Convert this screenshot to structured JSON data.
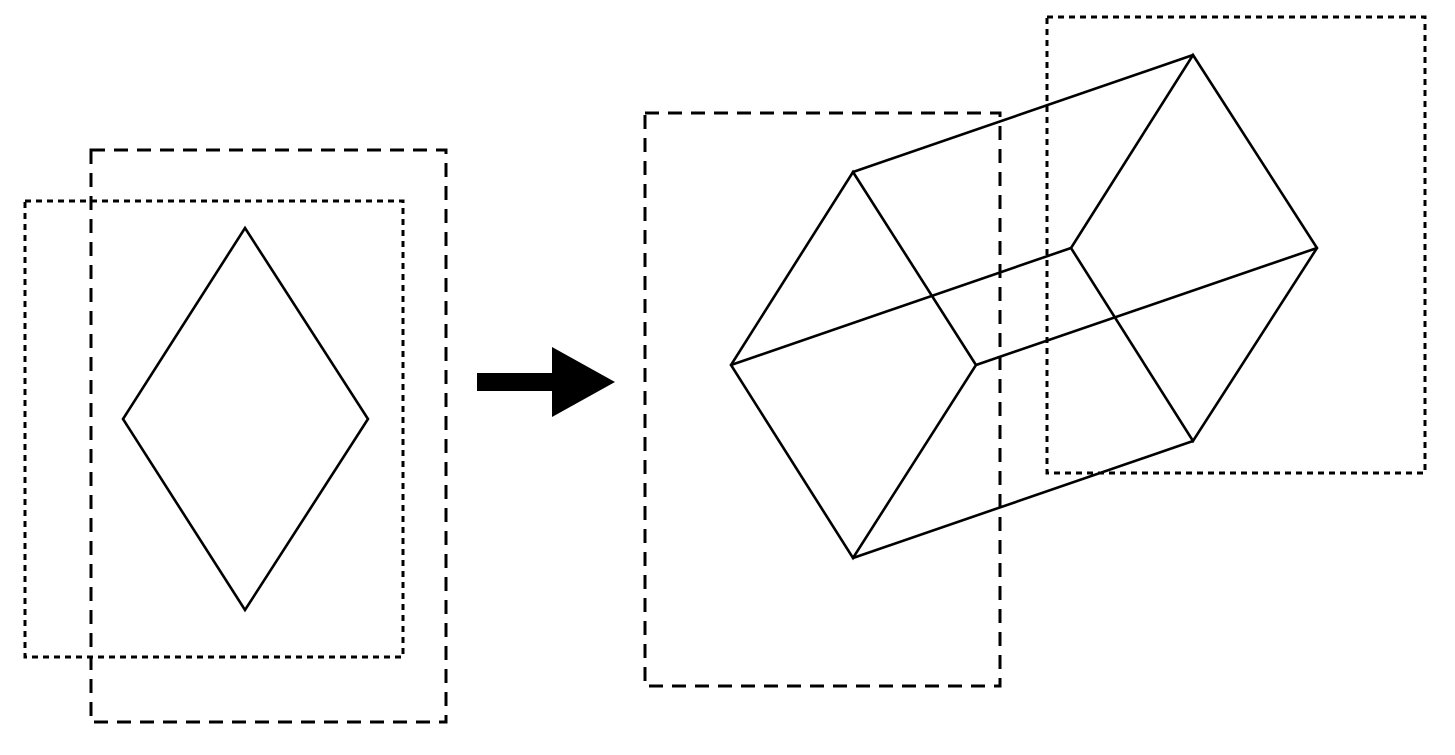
{
  "diagram": {
    "type": "flat-to-3d-transformation",
    "left_panel": {
      "shape": "diamond",
      "frames": [
        "dashed-rectangle-back",
        "dotted-rectangle-front"
      ]
    },
    "connector": {
      "icon": "right-arrow-icon"
    },
    "right_panel": {
      "shape": "extruded-diamond-prism",
      "frames": [
        "dashed-rectangle-front-face",
        "dotted-rectangle-back-face"
      ]
    },
    "colors": {
      "stroke": "#000000",
      "background": "#ffffff"
    }
  }
}
